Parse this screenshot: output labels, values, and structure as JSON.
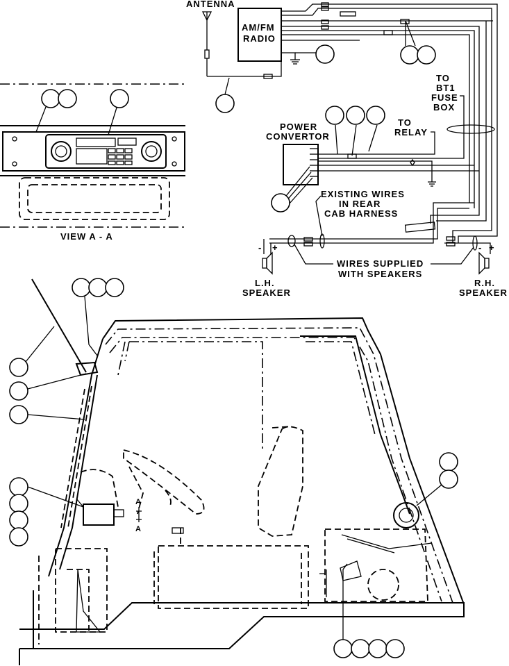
{
  "labels": {
    "antenna": "ANTENNA",
    "radio_line1": "AM/FM",
    "radio_line2": "RADIO",
    "to_bt1_line1": "TO",
    "to_bt1_line2": "BT1",
    "to_bt1_line3": "FUSE",
    "to_bt1_line4": "BOX",
    "power_line1": "POWER",
    "power_line2": "CONVERTOR",
    "to_relay_line1": "TO",
    "to_relay_line2": "RELAY",
    "existing_line1": "EXISTING WIRES",
    "existing_line2": "IN REAR",
    "existing_line3": "CAB HARNESS",
    "wires_supplied_line1": "WIRES SUPPLIED",
    "wires_supplied_line2": "WITH SPEAKERS",
    "lh_line1": "L.H.",
    "lh_line2": "SPEAKER",
    "rh_line1": "R.H.",
    "rh_line2": "SPEAKER",
    "view_aa": "VIEW A - A",
    "section_a_top": "A",
    "section_a_bottom": "A",
    "minus": "-",
    "plus": "+"
  }
}
